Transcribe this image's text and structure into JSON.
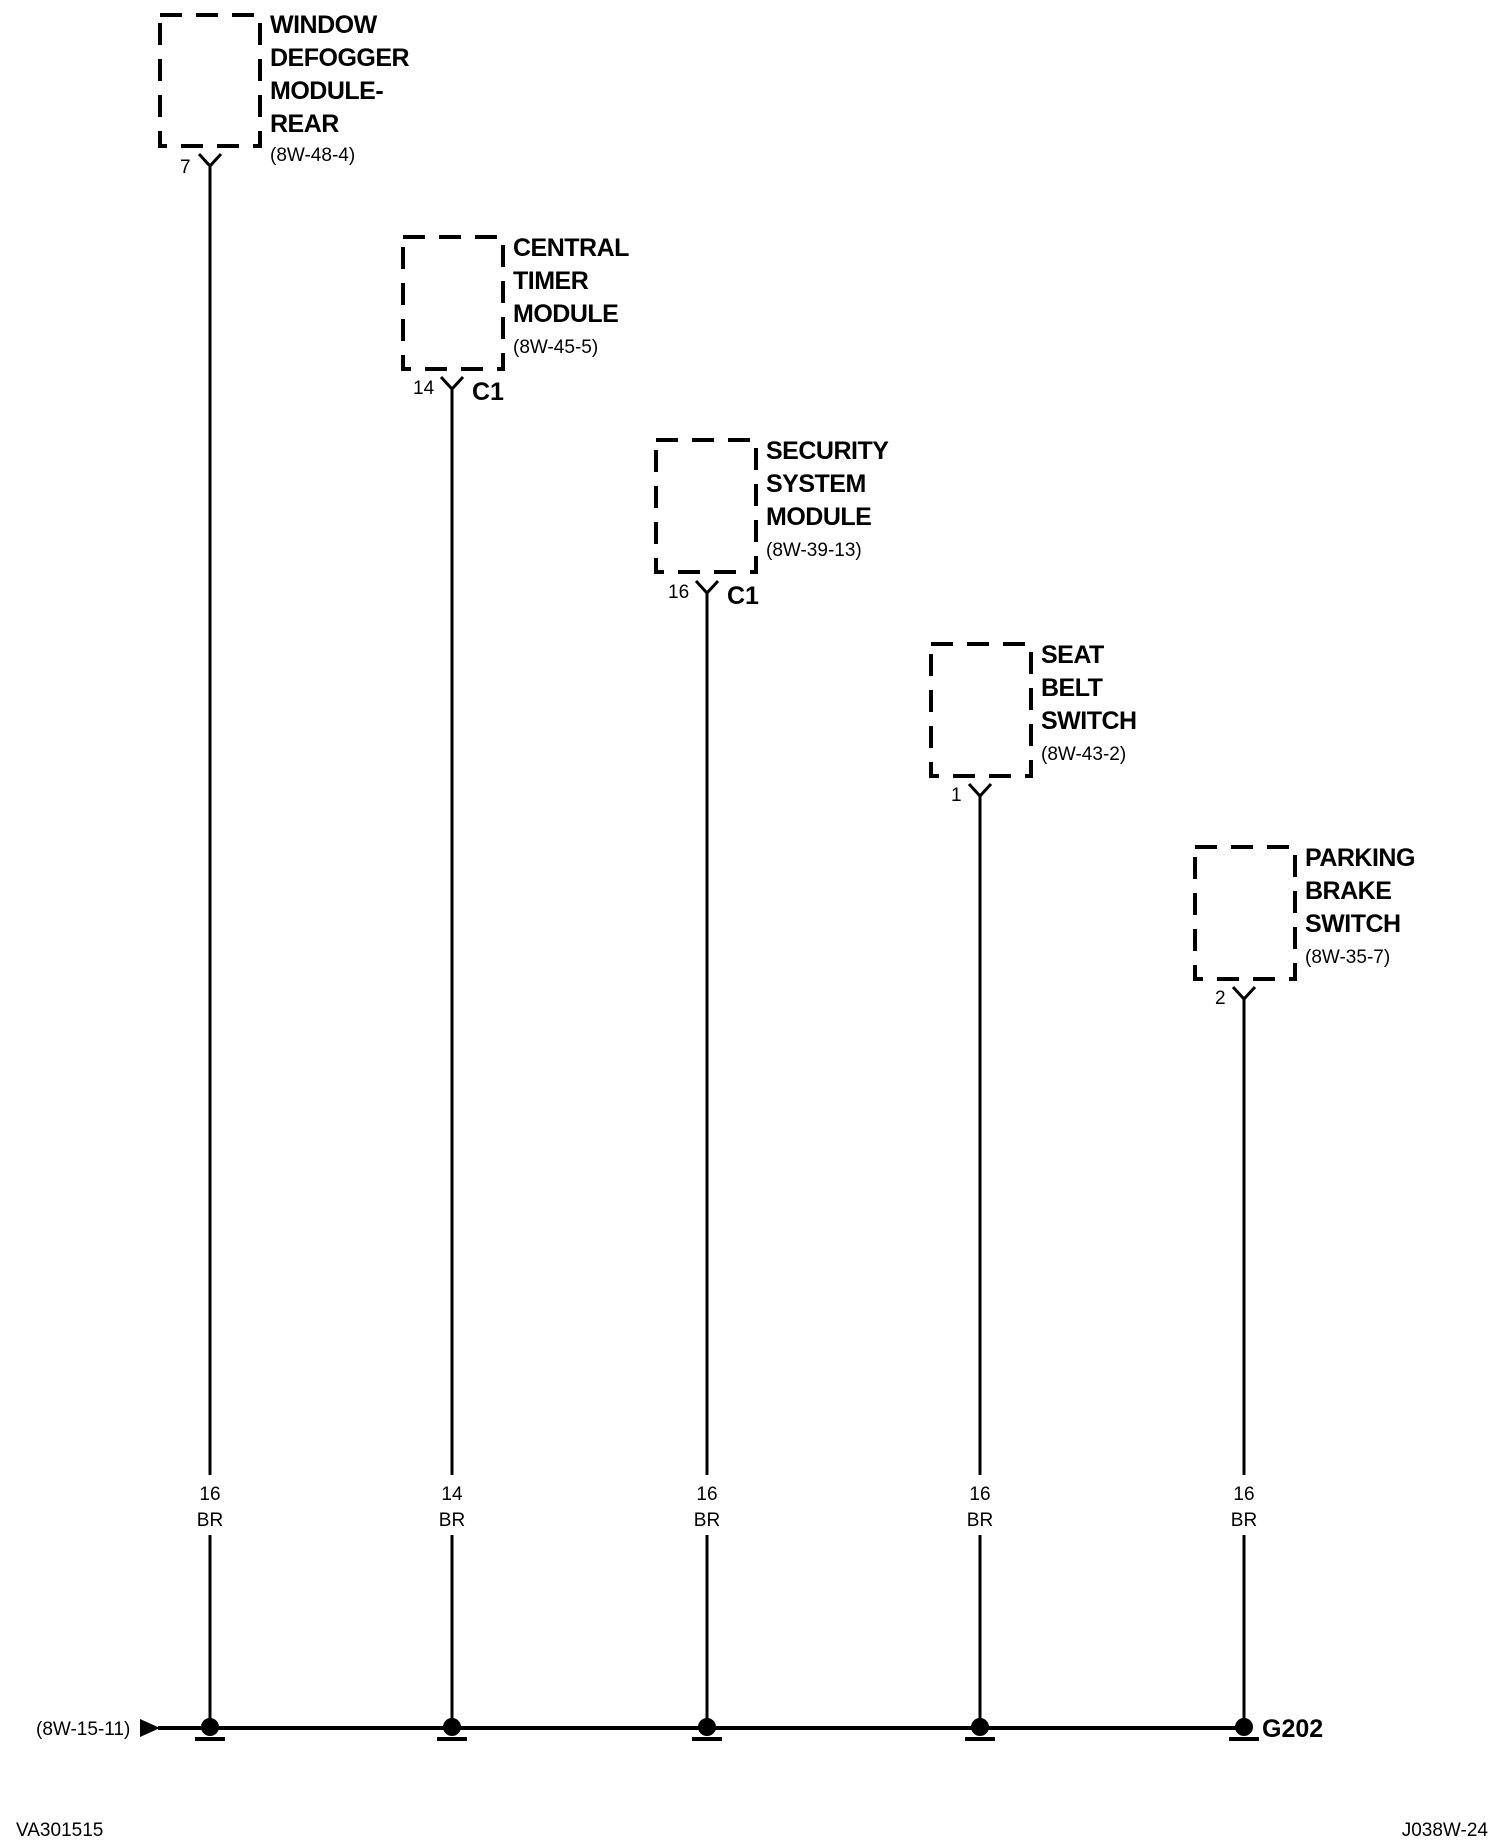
{
  "components": [
    {
      "name_lines": [
        "WINDOW",
        "DEFOGGER",
        "MODULE-",
        "REAR"
      ],
      "ref": "(8W-48-4)",
      "pin": "7",
      "connector": "",
      "wire_gauge": "16",
      "wire_color": "BR"
    },
    {
      "name_lines": [
        "CENTRAL",
        "TIMER",
        "MODULE"
      ],
      "ref": "(8W-45-5)",
      "pin": "14",
      "connector": "C1",
      "wire_gauge": "14",
      "wire_color": "BR"
    },
    {
      "name_lines": [
        "SECURITY",
        "SYSTEM",
        "MODULE"
      ],
      "ref": "(8W-39-13)",
      "pin": "16",
      "connector": "C1",
      "wire_gauge": "16",
      "wire_color": "BR"
    },
    {
      "name_lines": [
        "SEAT",
        "BELT",
        "SWITCH"
      ],
      "ref": "(8W-43-2)",
      "pin": "1",
      "connector": "",
      "wire_gauge": "16",
      "wire_color": "BR"
    },
    {
      "name_lines": [
        "PARKING",
        "BRAKE",
        "SWITCH"
      ],
      "ref": "(8W-35-7)",
      "pin": "2",
      "connector": "",
      "wire_gauge": "16",
      "wire_color": "BR"
    }
  ],
  "bus": {
    "input_ref": "(8W-15-11)",
    "ground_label": "G202"
  },
  "footer": {
    "left": "VA301515",
    "right": "J038W-24"
  }
}
